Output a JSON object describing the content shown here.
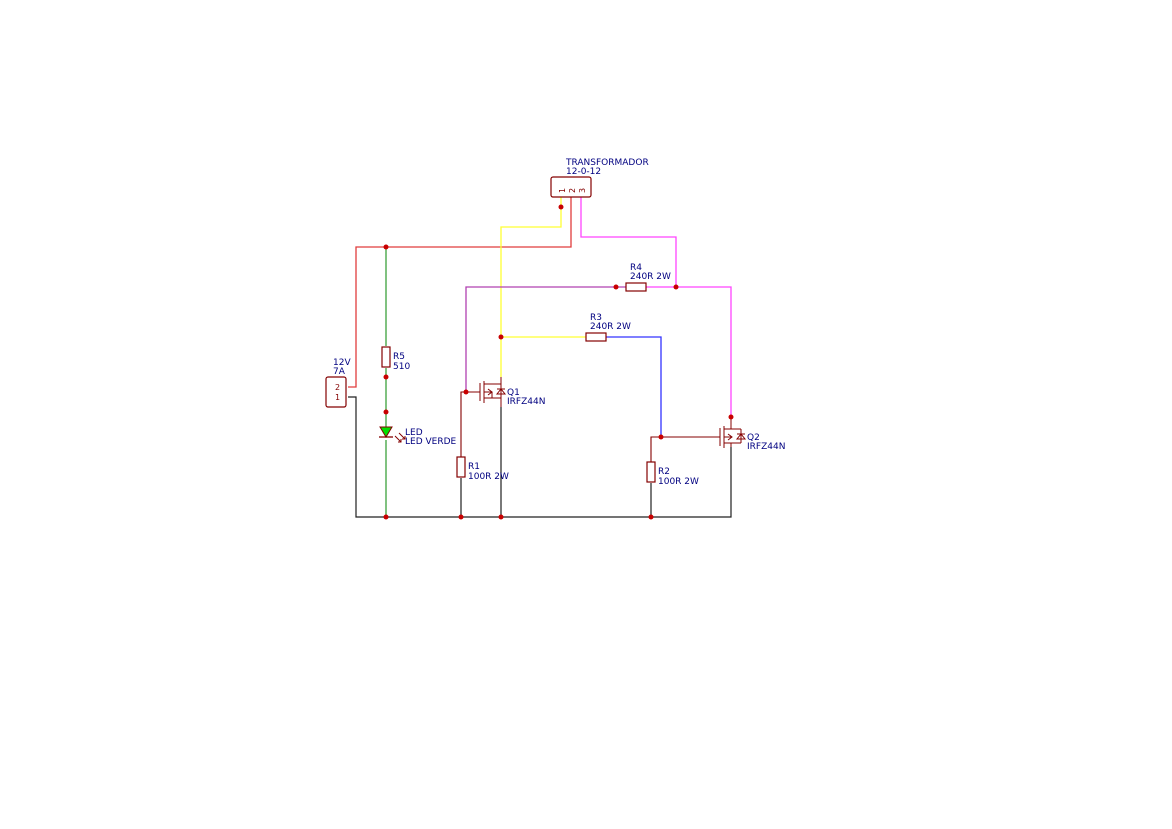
{
  "colors": {
    "wire_red": "#e03c3c",
    "wire_green": "#3ca03c",
    "wire_yellow": "#ffff33",
    "wire_magenta": "#ff44ff",
    "wire_purple": "#b040b0",
    "wire_blue": "#3333ff",
    "wire_black": "#202020",
    "component": "#840000",
    "text": "#000080",
    "led_fill": "#00e000"
  },
  "components": {
    "transformer": {
      "name": "TRANSFORMADOR",
      "value": "12-0-12",
      "pins": [
        "1",
        "2",
        "3"
      ]
    },
    "battery_connector": {
      "name": "12V",
      "value": "7A",
      "pins": [
        "2",
        "1"
      ]
    },
    "r5": {
      "ref": "R5",
      "value": "510"
    },
    "led": {
      "ref": "LED",
      "value": "LED VERDE"
    },
    "r1": {
      "ref": "R1",
      "value": "100R 2W"
    },
    "r2": {
      "ref": "R2",
      "value": "100R 2W"
    },
    "r3": {
      "ref": "R3",
      "value": "240R 2W"
    },
    "r4": {
      "ref": "R4",
      "value": "240R 2W"
    },
    "q1": {
      "ref": "Q1",
      "value": "IRFZ44N"
    },
    "q2": {
      "ref": "Q2",
      "value": "IRFZ44N"
    }
  }
}
